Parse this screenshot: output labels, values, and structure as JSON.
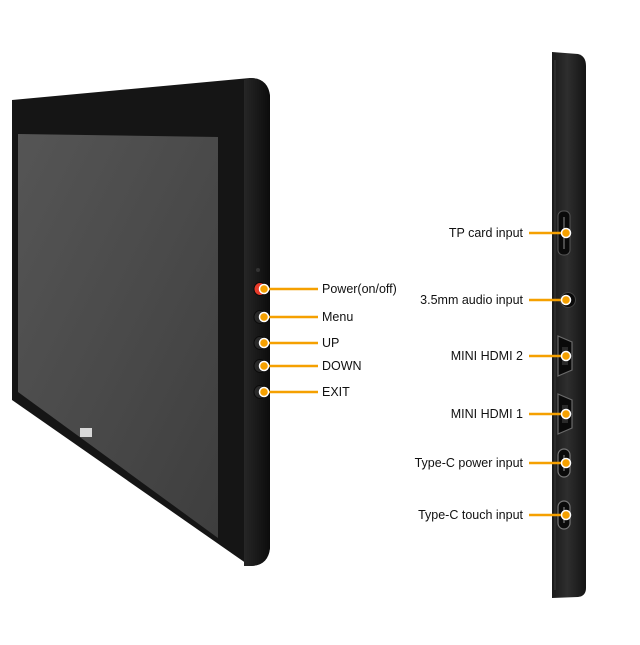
{
  "colors": {
    "callout": "#f5a000",
    "callout_dot_stroke": "#ffffff",
    "bezel": "#121212",
    "screen": "#4a4a4a",
    "power_button": "#e83b2a"
  },
  "front_buttons": [
    {
      "label": "Power(on/off)",
      "icon": "power-button-icon"
    },
    {
      "label": "Menu",
      "icon": "menu-button-icon"
    },
    {
      "label": "UP",
      "icon": "up-button-icon"
    },
    {
      "label": "DOWN",
      "icon": "down-button-icon"
    },
    {
      "label": "EXIT",
      "icon": "exit-button-icon"
    }
  ],
  "side_ports": [
    {
      "label": "TP card input",
      "icon": "card-slot-icon"
    },
    {
      "label": "3.5mm audio input",
      "icon": "audio-jack-icon"
    },
    {
      "label": "MINI HDMI 2",
      "icon": "mini-hdmi-port-icon"
    },
    {
      "label": "MINI HDMI 1",
      "icon": "mini-hdmi-port-icon"
    },
    {
      "label": "Type-C power input",
      "icon": "usb-c-port-icon"
    },
    {
      "label": "Type-C touch input",
      "icon": "usb-c-port-icon"
    }
  ]
}
